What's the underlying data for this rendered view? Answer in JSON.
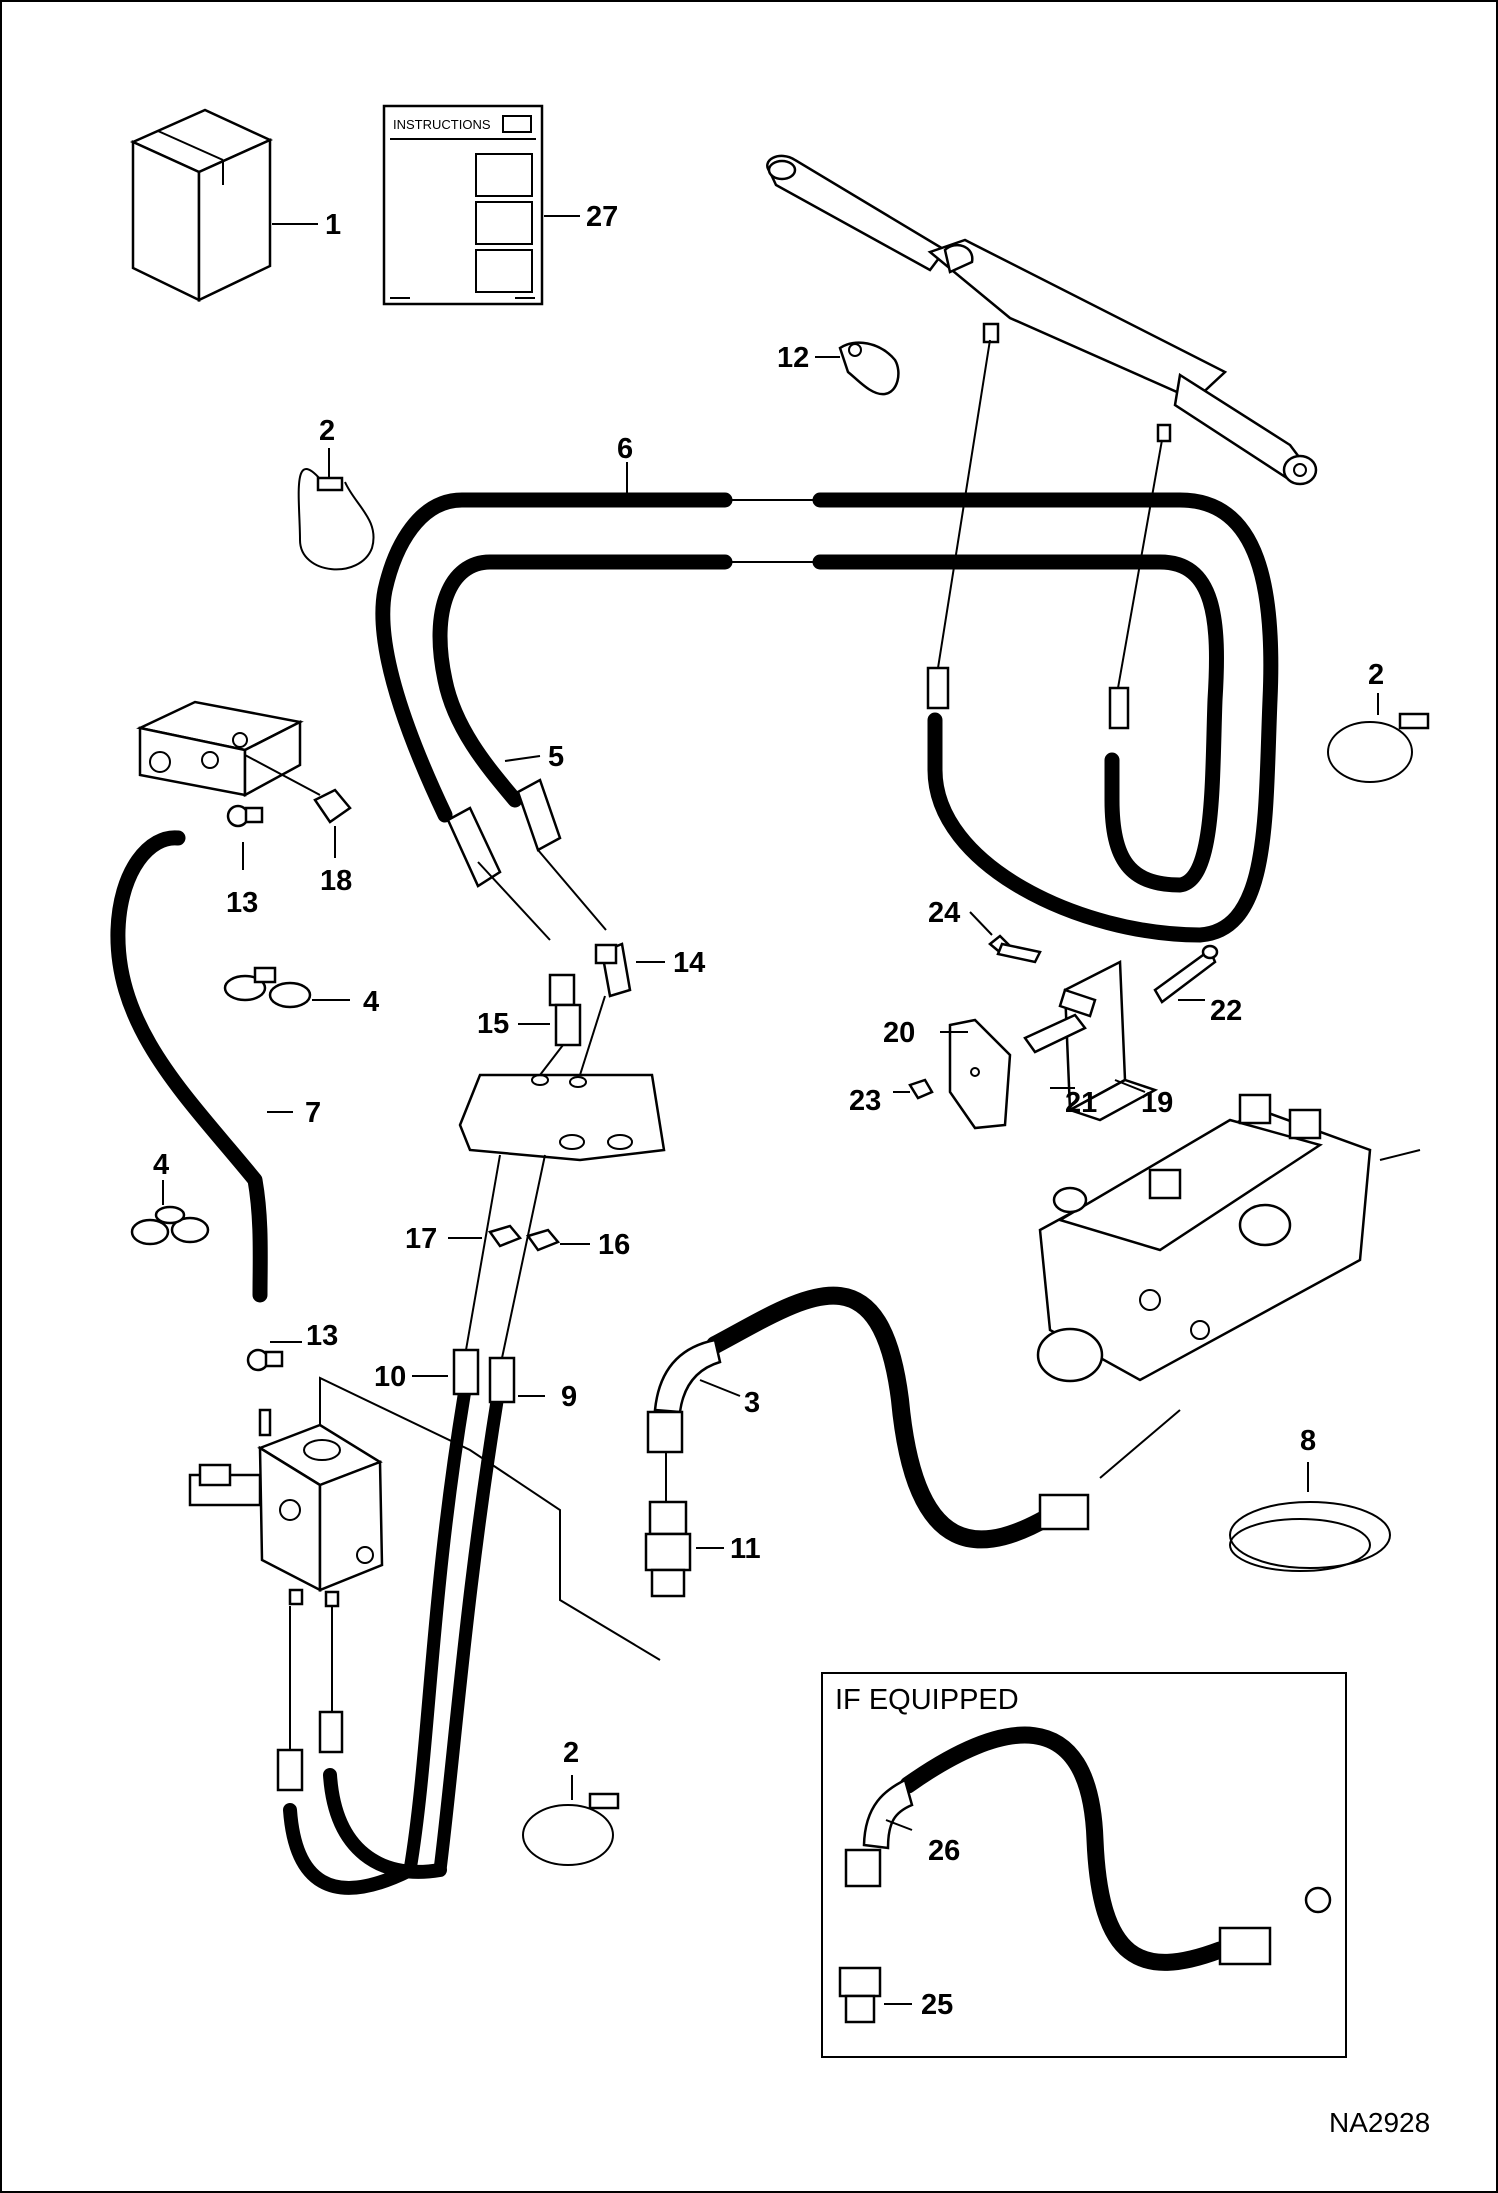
{
  "diagram": {
    "drawing_code": "NA2928",
    "instructions_label": "INSTRUCTIONS",
    "inset_title": "IF EQUIPPED",
    "callouts": {
      "c1": "1",
      "c27": "27",
      "c12": "12",
      "c2_top": "2",
      "c6": "6",
      "c2_right": "2",
      "c5": "5",
      "c13_top": "13",
      "c18": "18",
      "c4_top": "4",
      "c14": "14",
      "c15": "15",
      "c7": "7",
      "c4_left": "4",
      "c24": "24",
      "c22": "22",
      "c20": "20",
      "c21": "21",
      "c19": "19",
      "c23": "23",
      "c17": "17",
      "c16": "16",
      "c13_mid": "13",
      "c10": "10",
      "c9": "9",
      "c3": "3",
      "c11": "11",
      "c8": "8",
      "c2_bottom": "2",
      "c26": "26",
      "c25": "25"
    }
  }
}
